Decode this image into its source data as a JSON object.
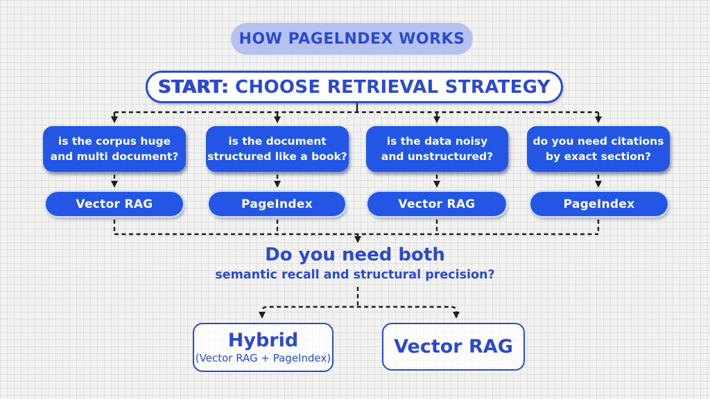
{
  "title": "HOW PAGELNDEX WORKS",
  "start": {
    "prefix": "START:",
    "label": "CHOOSE RETRIEVAL STRATEGY"
  },
  "decisions": [
    {
      "line1": "is the corpus huge",
      "line2": "and multi document?",
      "answer": "Vector RAG"
    },
    {
      "line1": "is the document",
      "line2": "structured like a book?",
      "answer": "PageIndex"
    },
    {
      "line1": "is the data noisy",
      "line2": "and unstructured?",
      "answer": "Vector RAG"
    },
    {
      "line1": "do you need citations",
      "line2": "by exact section?",
      "answer": "PageIndex"
    }
  ],
  "merge_question": {
    "line1": "Do you need both",
    "line2": "semantic recall and structural precision?"
  },
  "outcomes": [
    {
      "title": "Hybrid",
      "subtitle": "(Vector RAG + PageIndex)"
    },
    {
      "title": "Vector RAG",
      "subtitle": ""
    }
  ],
  "colors": {
    "node-blue": "#2356e4",
    "deep-blue": "#2b49d0",
    "title-pill-bg": "#b5c2f0",
    "line-black": "#1d1d1d",
    "canvas-bg": "#f2f2f0",
    "white": "#ffffff"
  }
}
